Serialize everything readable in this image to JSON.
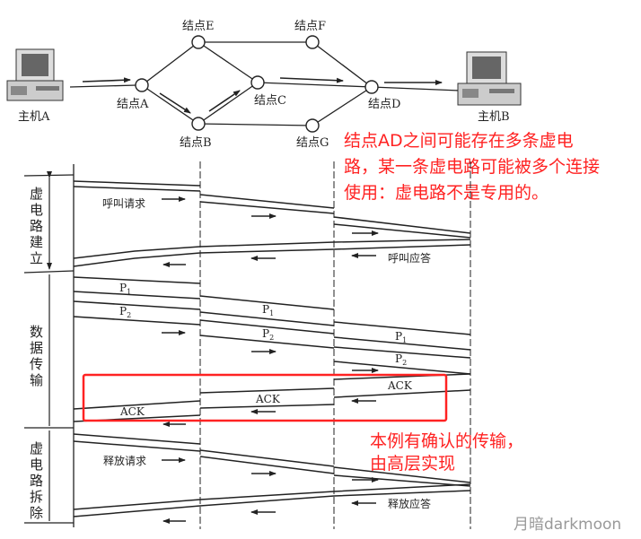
{
  "network": {
    "hosts": {
      "a": "主机A",
      "b": "主机B"
    },
    "nodes": {
      "a": "结点A",
      "b": "结点B",
      "c": "结点C",
      "d": "结点D",
      "e": "结点E",
      "f": "结点F",
      "g": "结点G"
    }
  },
  "annotations": {
    "note1": [
      "结点AD之间可能存在多条虚电",
      "路，某一条虚电路可能被多个连接",
      "使用：虚电路不是专用的。"
    ],
    "note2": [
      "本例有确认的传输，",
      "由高层实现"
    ],
    "highlight_color": "#ff2222"
  },
  "phases": {
    "setup": "虚电路建立",
    "transfer": "数据传输",
    "teardown": "虚电路拆除"
  },
  "messages": {
    "call_request": "呼叫请求",
    "call_reply": "呼叫应答",
    "release_request": "释放请求",
    "release_reply": "释放应答",
    "p1": {
      "base": "P",
      "sub": "1"
    },
    "p2": {
      "base": "P",
      "sub": "2"
    },
    "ack": "ACK"
  },
  "watermark": "月暗darkmoon"
}
